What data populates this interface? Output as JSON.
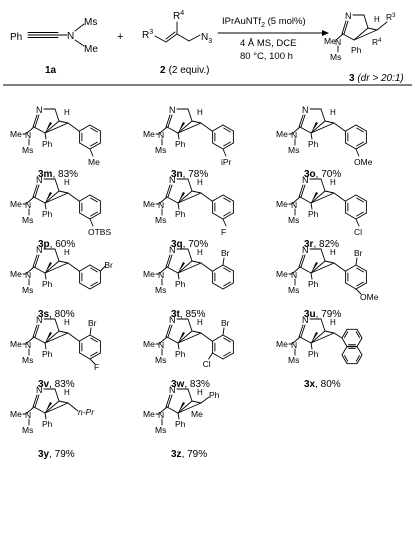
{
  "scheme": {
    "reactant1": {
      "label": "1a",
      "ph": "Ph",
      "n": "N",
      "ms": "Ms",
      "me": "Me"
    },
    "plus": "+",
    "reactant2": {
      "label": "2",
      "note": "(2 equiv.)",
      "r3": "R",
      "r3sup": "3",
      "r4": "R",
      "r4sup": "4",
      "n3": "N",
      "n3sub": "3"
    },
    "conditions": {
      "line1": "IPrAuNTf",
      "line1sub": "2",
      "line1tail": " (5 mol%)",
      "line2": "4 Å MS, DCE",
      "line3": "80 °C, 100 h"
    },
    "product": {
      "label": "3",
      "note": " (dr > 20:1)"
    }
  },
  "common": {
    "me": "Me",
    "n": "N",
    "ms": "Ms",
    "ph": "Ph",
    "h": "H"
  },
  "products": [
    {
      "id": "3m",
      "yield": ", 83%",
      "sub": "Me"
    },
    {
      "id": "3n",
      "yield": ", 78%",
      "sub": "iPr"
    },
    {
      "id": "3o",
      "yield": ", 70%",
      "sub": "OMe"
    },
    {
      "id": "3p",
      "yield": ", 60%",
      "sub": "OTBS"
    },
    {
      "id": "3q",
      "yield": ", 70%",
      "sub": "F"
    },
    {
      "id": "3r",
      "yield": ", 82%",
      "sub": "Cl"
    },
    {
      "id": "3s",
      "yield": ", 80%",
      "sub": "Br"
    },
    {
      "id": "3t",
      "yield": ", 85%",
      "sub": "Br"
    },
    {
      "id": "3u",
      "yield": ", 79%",
      "sub": "Br",
      "sub2": "OMe"
    },
    {
      "id": "3v",
      "yield": ", 83%",
      "sub": "Br",
      "sub2": "F"
    },
    {
      "id": "3w",
      "yield": ", 83%",
      "sub": "Br",
      "sub2": "Cl"
    },
    {
      "id": "3x",
      "yield": ", 80%"
    },
    {
      "id": "3y",
      "yield": ", 79%",
      "sub": "n-Pr"
    },
    {
      "id": "3z",
      "yield": ", 79%",
      "sub": "Ph",
      "extra": "Me"
    }
  ]
}
